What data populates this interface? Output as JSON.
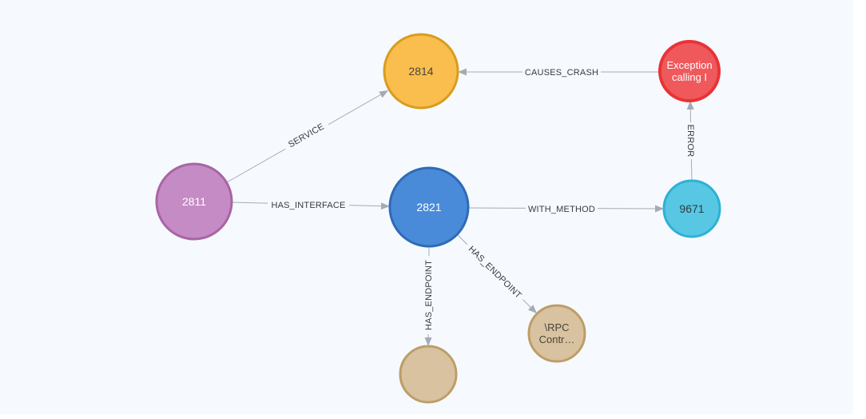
{
  "canvas": {
    "background": "#F6FAFE",
    "page_background": "#FFFFFF",
    "edge_color": "#A5ABB6",
    "edge_label_color": "#333B42"
  },
  "graph": {
    "nodes": [
      {
        "id": "2811",
        "label": "2811",
        "fill": "#C58BC4",
        "stroke": "#A865A6",
        "text_color": "#FFFFFF"
      },
      {
        "id": "2814",
        "label": "2814",
        "fill": "#F9BE4E",
        "stroke": "#D99C1E",
        "text_color": "#4A443C"
      },
      {
        "id": "exception",
        "label_lines": [
          "Exception",
          "calling I"
        ],
        "fill": "#F0595C",
        "stroke": "#E93336",
        "text_color": "#FFFFFF"
      },
      {
        "id": "2821",
        "label": "2821",
        "fill": "#4A8BD9",
        "stroke": "#2F6BB5",
        "text_color": "#FFFFFF"
      },
      {
        "id": "9671",
        "label": "9671",
        "fill": "#57C7E3",
        "stroke": "#2DB1D4",
        "text_color": "#2E3A40"
      },
      {
        "id": "rpc-contr",
        "label_lines": [
          "\\RPC",
          "Contr…"
        ],
        "fill": "#D8C2A0",
        "stroke": "#BE9D68",
        "text_color": "#4A4439"
      },
      {
        "id": "endpoint-unlabeled",
        "label": "",
        "fill": "#D8C2A0",
        "stroke": "#BE9D68",
        "text_color": "#4A4439"
      }
    ],
    "edges": [
      {
        "label": "SERVICE",
        "from": "2811",
        "to": "2814"
      },
      {
        "label": "HAS_INTERFACE",
        "from": "2811",
        "to": "2821"
      },
      {
        "label": "CAUSES_CRASH",
        "from": "exception",
        "to": "2814"
      },
      {
        "label": "WITH_METHOD",
        "from": "2821",
        "to": "9671"
      },
      {
        "label": "ERROR",
        "from": "9671",
        "to": "exception"
      },
      {
        "label": "HAS_ENDPOINT",
        "from": "2821",
        "to": "endpoint-unlabeled"
      },
      {
        "label": "HAS_ENDPOINT",
        "from": "2821",
        "to": "rpc-contr"
      }
    ]
  }
}
